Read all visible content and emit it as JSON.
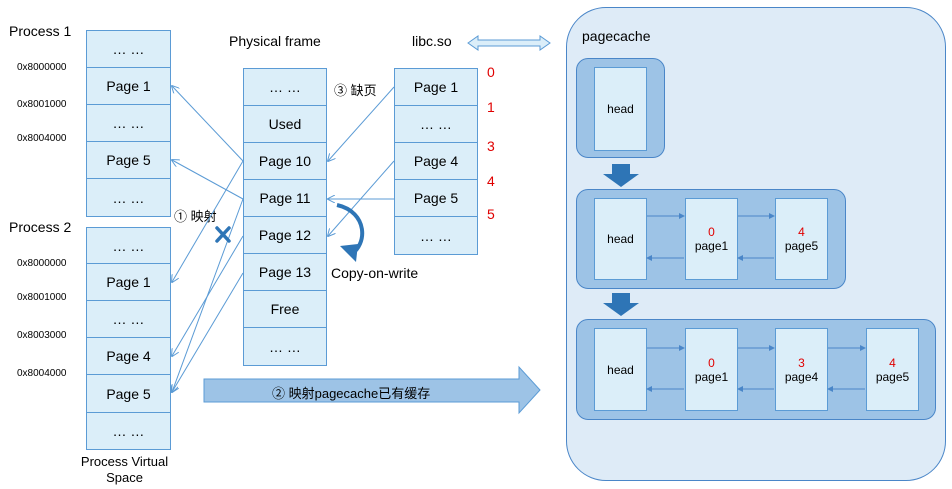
{
  "process1": {
    "title": "Process 1",
    "cells": [
      "… …",
      "Page 1",
      "… …",
      "Page 5",
      "… …"
    ],
    "addresses": [
      "0x8000000",
      "0x8001000",
      "0x8004000"
    ]
  },
  "process2": {
    "title": "Process 2",
    "cells": [
      "… …",
      "Page 1",
      "… …",
      "Page 4",
      "Page 5",
      "… …"
    ],
    "addresses": [
      "0x8000000",
      "0x8001000",
      "0x8003000",
      "0x8004000"
    ]
  },
  "virtual_space_label": "Process Virtual Space",
  "physical": {
    "title": "Physical frame",
    "cells": [
      "… …",
      "Used",
      "Page 10",
      "Page 11",
      "Page 12",
      "Page 13",
      "Free",
      "… …"
    ]
  },
  "libc": {
    "title": "libc.so",
    "cells": [
      "Page 1",
      "… …",
      "Page 4",
      "Page 5",
      "… …"
    ],
    "numbers": [
      "0",
      "1",
      "3",
      "4",
      "5"
    ]
  },
  "annotations": {
    "fault": "③ 缺页",
    "map": "① 映射",
    "cow": "Copy-on-write",
    "cached": "② 映射pagecache已有缓存"
  },
  "pagecache": {
    "title": "pagecache",
    "head": "head",
    "row2": [
      {
        "num": "0",
        "label": "page1"
      },
      {
        "num": "4",
        "label": "page5"
      }
    ],
    "row3": [
      {
        "num": "0",
        "label": "page1"
      },
      {
        "num": "3",
        "label": "page4"
      },
      {
        "num": "4",
        "label": "page5"
      }
    ]
  },
  "colors": {
    "cell_fill": "#dbeef9",
    "border": "#5b9bd5",
    "number_red": "#e00000",
    "pagecache_bg": "#deebf7",
    "group_fill": "#9dc3e6",
    "arrow_blue": "#2e75b6",
    "cross": "#2e75b6"
  }
}
